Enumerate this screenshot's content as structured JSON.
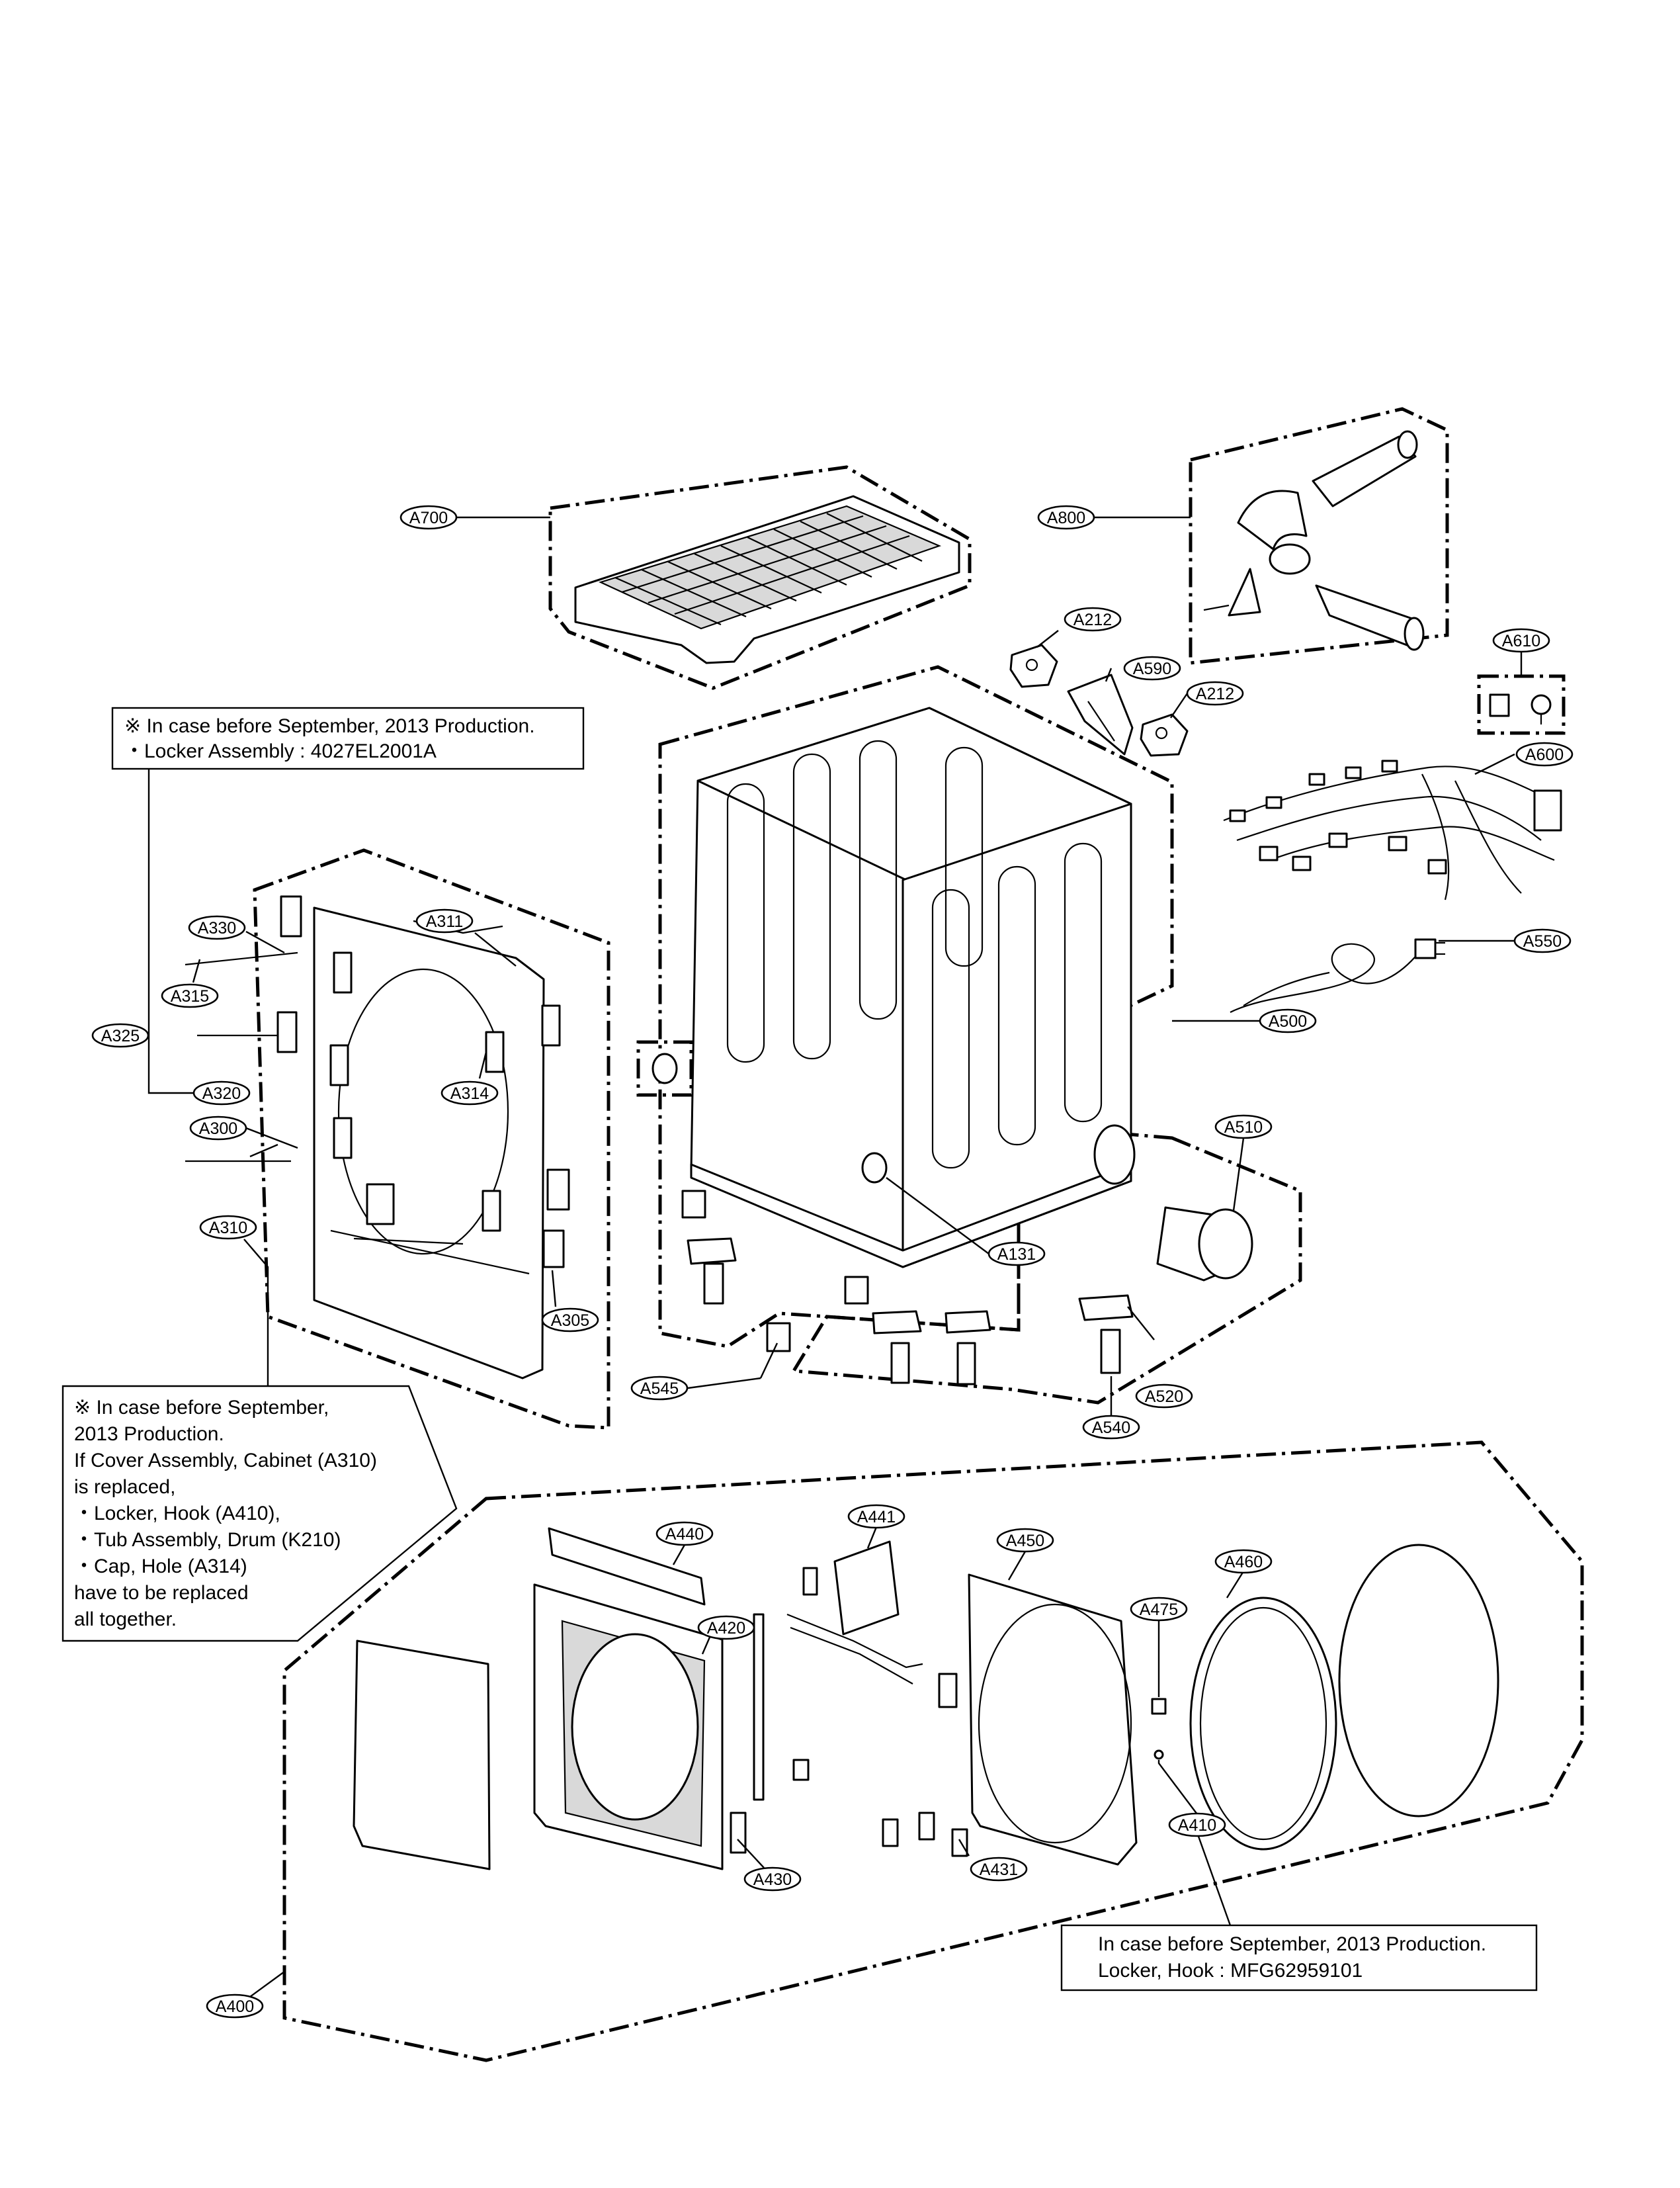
{
  "diagram": {
    "callouts": {
      "A700": "A700",
      "A800": "A800",
      "A212a": "A212",
      "A212b": "A212",
      "A590": "A590",
      "A610": "A610",
      "A600": "A600",
      "A550": "A550",
      "A500": "A500",
      "A510": "A510",
      "A131": "A131",
      "A520": "A520",
      "A540": "A540",
      "A545": "A545",
      "A330": "A330",
      "A311": "A311",
      "A315": "A315",
      "A325": "A325",
      "A320": "A320",
      "A314": "A314",
      "A300": "A300",
      "A310": "A310",
      "A305": "A305",
      "A440": "A440",
      "A441": "A441",
      "A450": "A450",
      "A460": "A460",
      "A475": "A475",
      "A420": "A420",
      "A430": "A430",
      "A431": "A431",
      "A410": "A410",
      "A400": "A400"
    },
    "notes": {
      "locker_assembly": [
        "※ In case before September, 2013 Production.",
        "・Locker Assembly : 4027EL2001A"
      ],
      "cover_assembly": [
        "※ In case before September,",
        "2013 Production.",
        "If Cover Assembly, Cabinet (A310)",
        "is replaced,",
        "・Locker, Hook (A410),",
        "・Tub Assembly, Drum (K210)",
        "・Cap, Hole (A314)",
        "have to be replaced",
        "all together."
      ],
      "locker_hook": [
        "In case before September, 2013 Production.",
        "Locker, Hook : MFG62959101"
      ]
    }
  }
}
